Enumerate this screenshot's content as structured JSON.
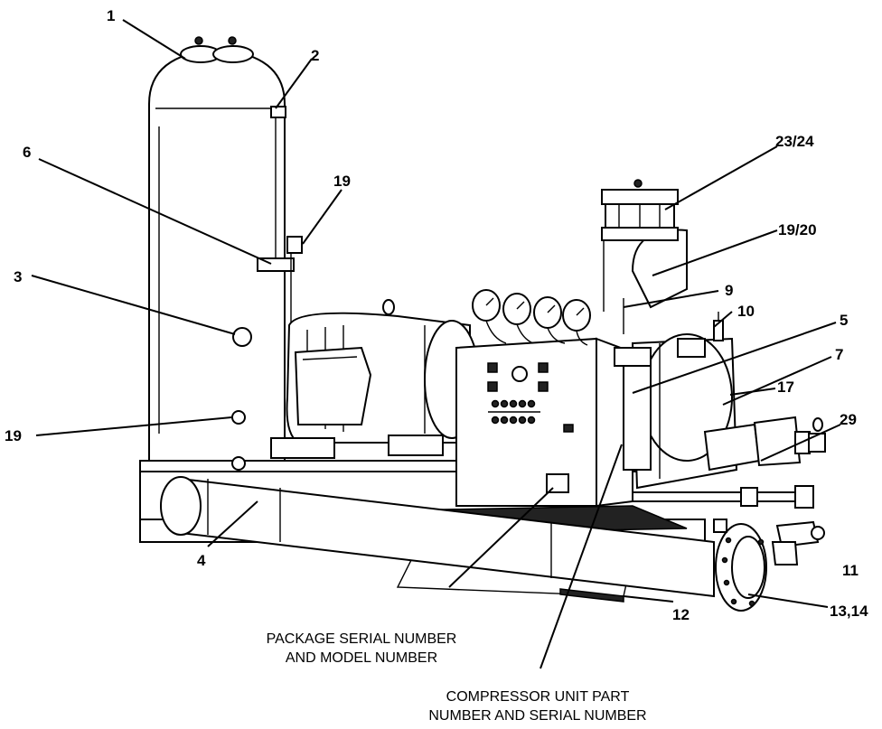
{
  "callouts": {
    "c1": "1",
    "c2": "2",
    "c3": "3",
    "c4": "4",
    "c5": "5",
    "c6": "6",
    "c7": "7",
    "c9": "9",
    "c10": "10",
    "c11": "11",
    "c12": "12",
    "c13_14": "13,14",
    "c17": "17",
    "c19_top": "19",
    "c19_left": "19",
    "c19_20": "19/20",
    "c23_24": "23/24",
    "c29": "29"
  },
  "captions": {
    "package_line1": "PACKAGE SERIAL NUMBER",
    "package_line2": "AND MODEL NUMBER",
    "compressor_line1": "COMPRESSOR UNIT PART",
    "compressor_line2": "NUMBER AND SERIAL NUMBER"
  }
}
